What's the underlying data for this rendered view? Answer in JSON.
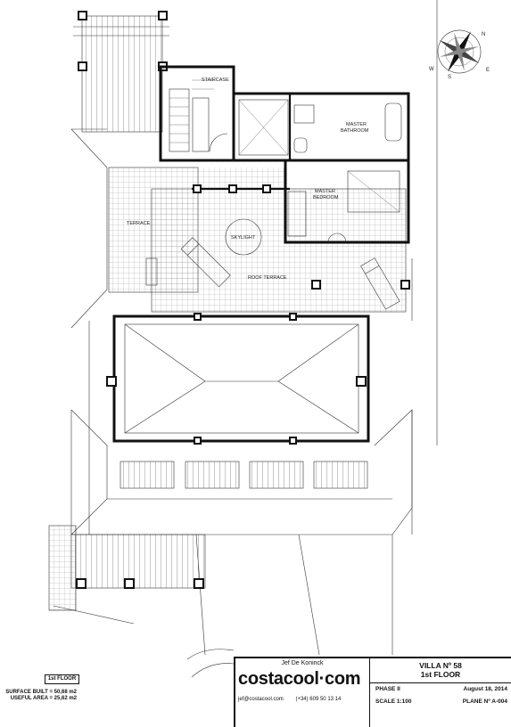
{
  "rooms": {
    "staircase": "STAIRCASE",
    "master_bathroom": [
      "MASTER",
      "BATHROOM"
    ],
    "master_bedroom": [
      "MASTER",
      "BEDROOM"
    ],
    "terrace": "TERRACE",
    "skylight": "SKYLIGHT",
    "roof_terrace": "ROOF TERRACE"
  },
  "compass": {
    "letters": [
      "N",
      "E",
      "W",
      "S"
    ]
  },
  "floor_tag": "1st FLOOR",
  "surface": {
    "built": "SURFACE BUILT = 50,68 m2",
    "useful": "USEFUL AREA = 25,62 m2"
  },
  "title_block": {
    "architect": "Jef De Koninck",
    "brand": "costacool·com",
    "email": "jef@costacool.com",
    "phone": "(+34) 609 50 13 14",
    "project": "VILLA Nº 58",
    "floor": "1st FLOOR",
    "phase": "PHASE II",
    "date": "August 18, 2014",
    "scale": "SCALE 1:100",
    "plane_label": "PLANE Nº",
    "plane_number": "A-004"
  }
}
